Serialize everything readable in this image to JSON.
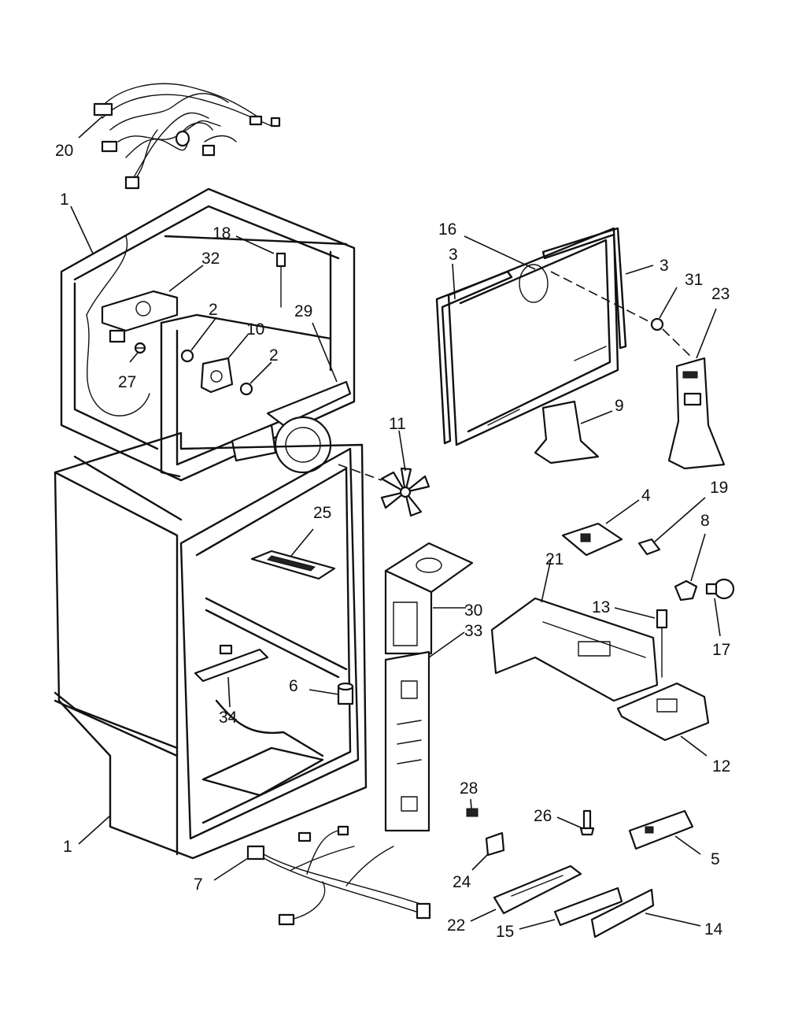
{
  "colors": {
    "line": "#111111",
    "background": "#ffffff"
  },
  "callouts": [
    {
      "id": "c20",
      "label": "20"
    },
    {
      "id": "c1a",
      "label": "1"
    },
    {
      "id": "c18",
      "label": "18"
    },
    {
      "id": "c32",
      "label": "32"
    },
    {
      "id": "c2a",
      "label": "2"
    },
    {
      "id": "c10",
      "label": "10"
    },
    {
      "id": "c2b",
      "label": "2"
    },
    {
      "id": "c29",
      "label": "29"
    },
    {
      "id": "c27",
      "label": "27"
    },
    {
      "id": "c16",
      "label": "16"
    },
    {
      "id": "c3a",
      "label": "3"
    },
    {
      "id": "c3b",
      "label": "3"
    },
    {
      "id": "c31",
      "label": "31"
    },
    {
      "id": "c23",
      "label": "23"
    },
    {
      "id": "c9",
      "label": "9"
    },
    {
      "id": "c11",
      "label": "11"
    },
    {
      "id": "c4",
      "label": "4"
    },
    {
      "id": "c19",
      "label": "19"
    },
    {
      "id": "c8",
      "label": "8"
    },
    {
      "id": "c25",
      "label": "25"
    },
    {
      "id": "c21",
      "label": "21"
    },
    {
      "id": "c30",
      "label": "30"
    },
    {
      "id": "c33",
      "label": "33"
    },
    {
      "id": "c13",
      "label": "13"
    },
    {
      "id": "c17",
      "label": "17"
    },
    {
      "id": "c6",
      "label": "6"
    },
    {
      "id": "c34",
      "label": "34"
    },
    {
      "id": "c12",
      "label": "12"
    },
    {
      "id": "c28",
      "label": "28"
    },
    {
      "id": "c26",
      "label": "26"
    },
    {
      "id": "c5",
      "label": "5"
    },
    {
      "id": "c1b",
      "label": "1"
    },
    {
      "id": "c7",
      "label": "7"
    },
    {
      "id": "c24",
      "label": "24"
    },
    {
      "id": "c22",
      "label": "22"
    },
    {
      "id": "c15",
      "label": "15"
    },
    {
      "id": "c14",
      "label": "14"
    }
  ]
}
